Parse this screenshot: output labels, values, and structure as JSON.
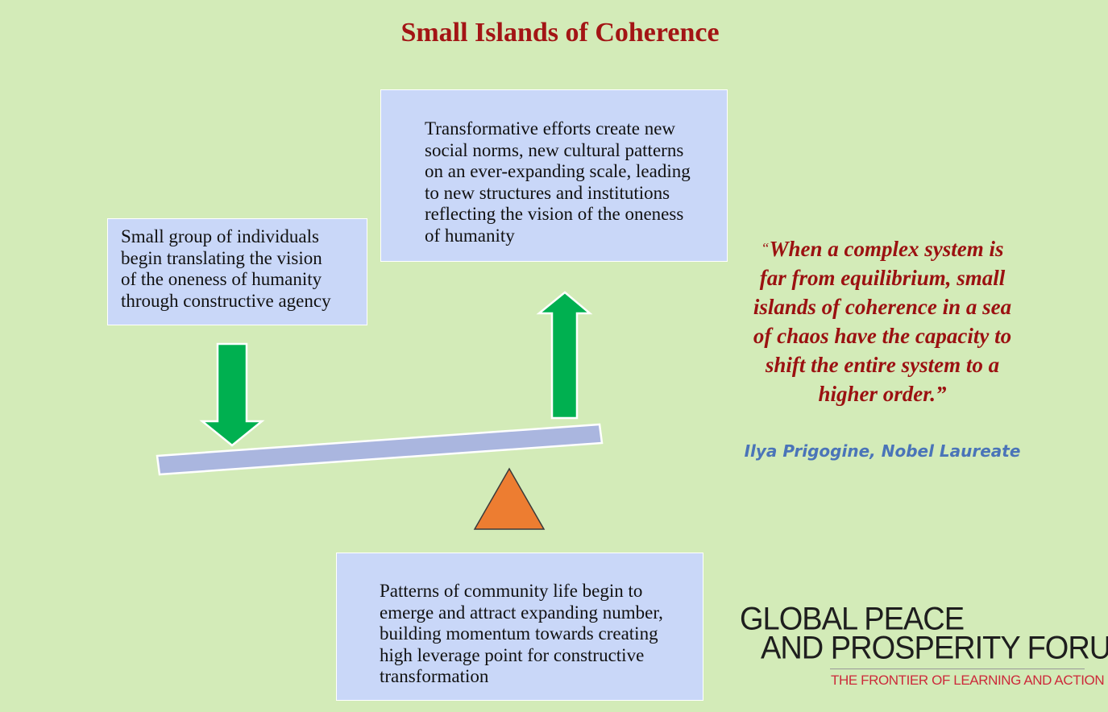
{
  "title": "Small Islands of Coherence",
  "boxes": {
    "left": {
      "lines": [
        "Small group of individuals",
        "begin translating the vision",
        "of the oneness of humanity",
        "through constructive agency"
      ]
    },
    "top": {
      "lines": [
        "Transformative efforts create new",
        "social norms, new cultural patterns",
        "on an ever-expanding scale, leading",
        "to new structures and institutions",
        "reflecting the vision of the oneness",
        "of humanity"
      ]
    },
    "bottom": {
      "lines": [
        "Patterns of community life begin to",
        "emerge and attract expanding number,",
        "building momentum towards creating",
        "high leverage point for constructive",
        "transformation"
      ]
    }
  },
  "quote": {
    "open_mark": "“",
    "lines": [
      "When a complex system is",
      "far from equilibrium, small",
      "islands of coherence in a sea",
      "of chaos have the capacity to",
      "shift the entire system to a",
      "higher order.”"
    ],
    "attribution": "Ilya Prigogine, Nobel Laureate"
  },
  "logo": {
    "line1": "GLOBAL PEACE",
    "line2": "AND PROSPERITY FORUM",
    "tagline": "THE FRONTIER OF LEARNING AND ACTION"
  },
  "colors": {
    "background": "#d3ebb8",
    "title": "#a31515",
    "box_fill": "#c9d7f8",
    "arrow_green": "#00b050",
    "fulcrum_orange": "#ed7d31",
    "lever_fill": "#aab6df",
    "quote": "#9b1111",
    "attribution": "#4a74b8",
    "logo_accent": "#cc2a3a"
  }
}
